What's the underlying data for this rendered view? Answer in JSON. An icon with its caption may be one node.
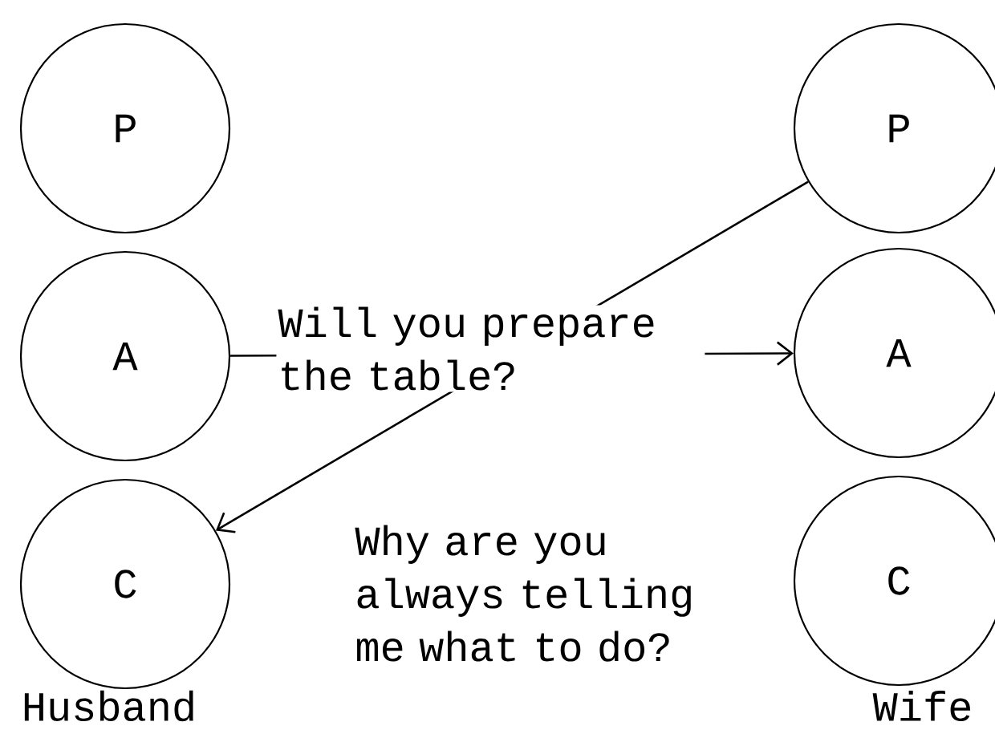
{
  "diagram": {
    "nodes": [
      {
        "text": [
          "P"
        ]
      },
      {
        "text": [
          "A"
        ]
      },
      {
        "text": [
          "C"
        ]
      },
      {
        "text": [
          "P"
        ]
      },
      {
        "text": [
          "A"
        ]
      },
      {
        "text": [
          "C"
        ]
      }
    ],
    "edges": [
      {
        "from": 1,
        "to": 4,
        "arrow": "to",
        "label": "Will you prepare the table?"
      },
      {
        "from": 3,
        "to": 2,
        "arrow": "to",
        "label": "Why are you always telling me what to do?"
      }
    ],
    "labels": [
      "Husband",
      "Wife"
    ]
  }
}
